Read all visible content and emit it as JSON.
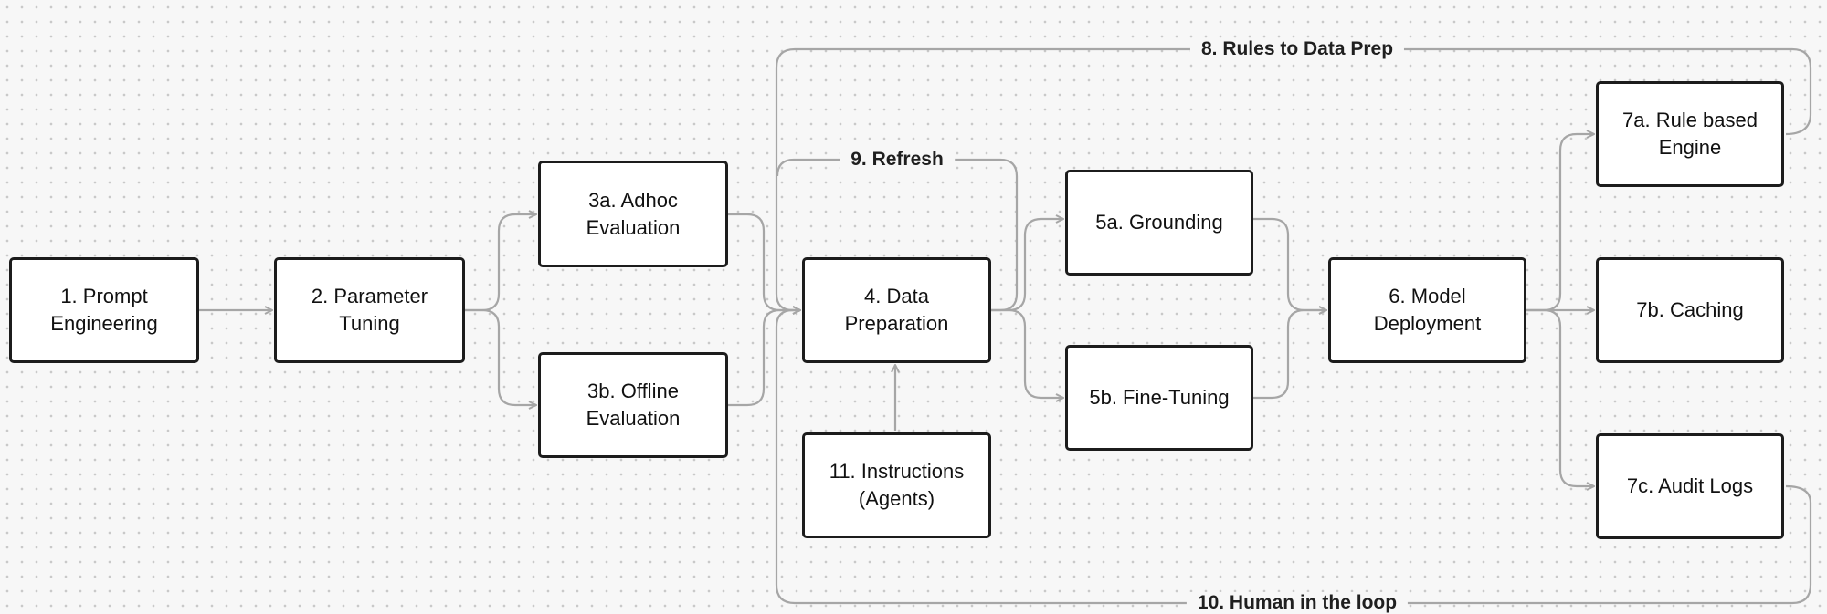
{
  "nodes": {
    "n1": "1. Prompt\nEngineering",
    "n2": "2. Parameter\nTuning",
    "n3a": "3a. Adhoc\nEvaluation",
    "n3b": "3b. Offline\nEvaluation",
    "n4": "4. Data\nPreparation",
    "n11": "11. Instructions\n(Agents)",
    "n5a": "5a. Grounding",
    "n5b": "5b. Fine-Tuning",
    "n6": "6. Model\nDeployment",
    "n7a": "7a. Rule based\nEngine",
    "n7b": "7b. Caching",
    "n7c": "7c. Audit Logs"
  },
  "edge_labels": {
    "e8": "8. Rules to Data Prep",
    "e9": "9. Refresh",
    "e10": "10. Human in the loop"
  },
  "colors": {
    "node_border": "#1c1c1c",
    "edge": "#a6a6a6",
    "background": "#f7f7f7"
  }
}
